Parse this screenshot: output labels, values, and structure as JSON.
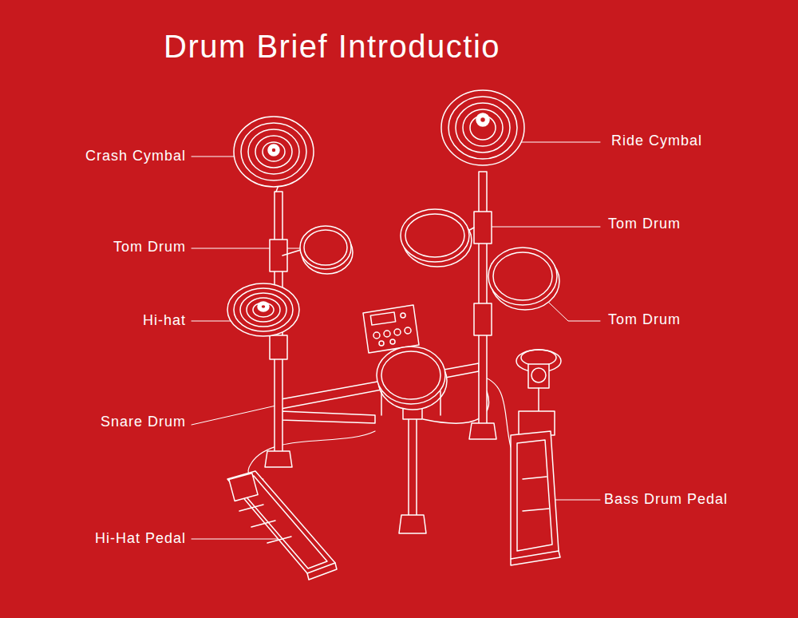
{
  "diagram": {
    "title": "Drum Brief Introductio",
    "labels": [
      "Crash Cymbal",
      "Ride Cymbal",
      "Tom Drum",
      "Tom Drum",
      "Hi-hat",
      "Tom Drum",
      "Snare Drum",
      "Bass Drum Pedal",
      "Hi-Hat Pedal"
    ]
  }
}
